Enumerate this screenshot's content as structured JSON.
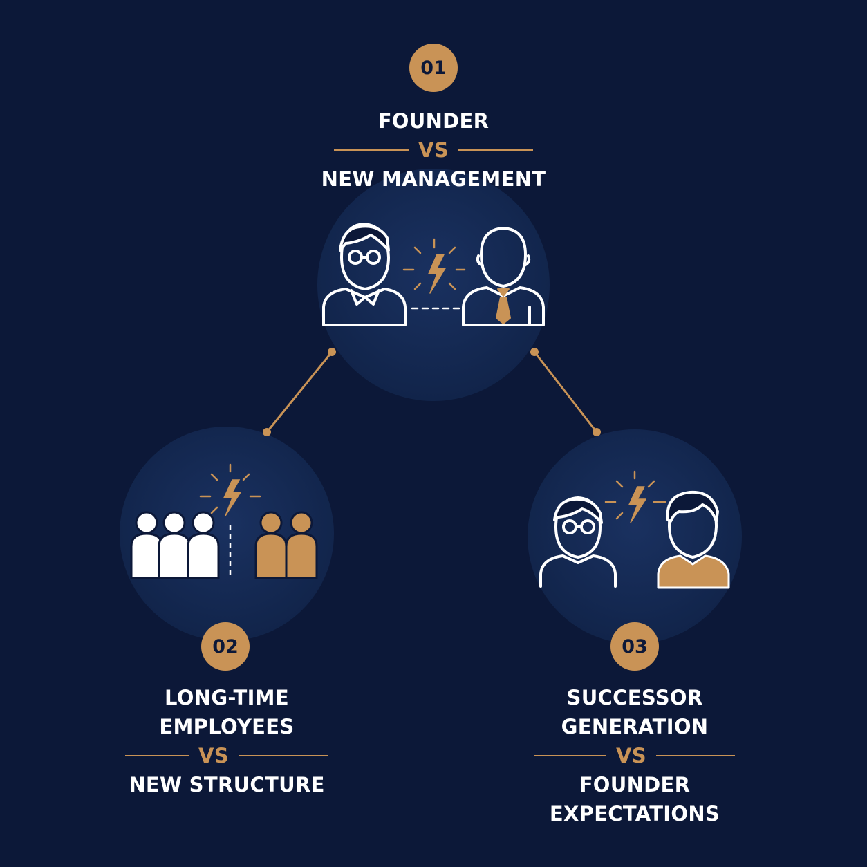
{
  "colors": {
    "background": "#0c1838",
    "accent": "#c99356",
    "text": "#ffffff",
    "node": "#152a52"
  },
  "items": [
    {
      "number": "01",
      "top": "FOUNDER",
      "vs": "VS",
      "bottom": "NEW MANAGEMENT",
      "icon": "founder-vs-manager-icon"
    },
    {
      "number": "02",
      "top_line1": "LONG-TIME",
      "top_line2": "EMPLOYEES",
      "vs": "VS",
      "bottom": "NEW STRUCTURE",
      "icon": "employee-groups-conflict-icon"
    },
    {
      "number": "03",
      "top_line1": "SUCCESSOR",
      "top_line2": "GENERATION",
      "vs": "VS",
      "bottom_line1": "FOUNDER",
      "bottom_line2": "EXPECTATIONS",
      "icon": "generations-conflict-icon"
    }
  ]
}
